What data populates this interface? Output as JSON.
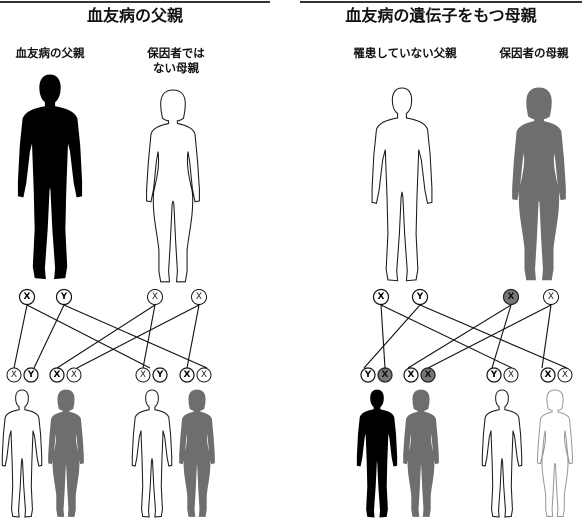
{
  "left_panel": {
    "title": "血友病の父親",
    "father_label": "血友病の父親",
    "mother_label": "保因者では\nない母親"
  },
  "right_panel": {
    "title": "血友病の遺伝子をもつ母親",
    "father_label": "罹患していない父親",
    "mother_label": "保因者の母親"
  },
  "legend_glyphs": {
    "x": "X",
    "y": "Y"
  },
  "colors": {
    "affected": "#000000",
    "carrier": "#6e6e6e",
    "unaffected": "#ffffff",
    "outline": "#1a1a1a",
    "light_outline": "#9a9a9a"
  }
}
